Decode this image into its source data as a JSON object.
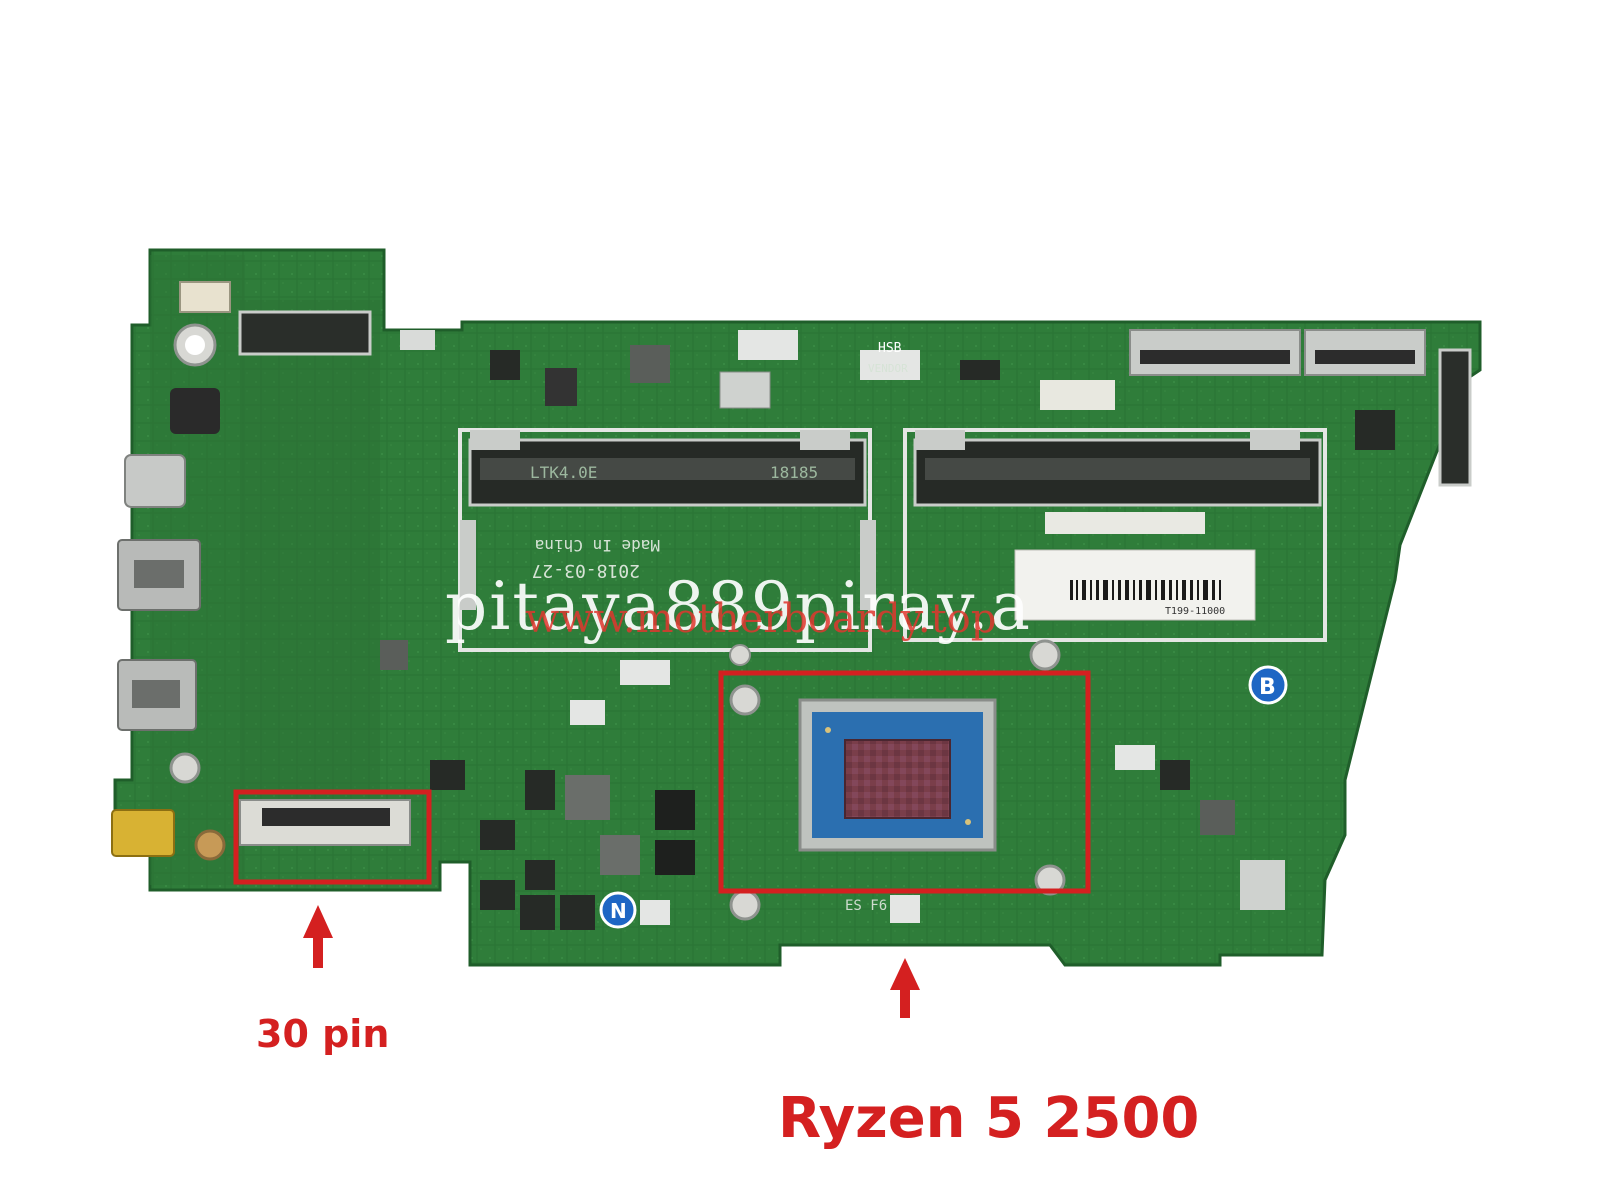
{
  "board": {
    "silkscreen": {
      "ram_slot_1_left": "LTK4.0E",
      "ram_slot_1_right": "18185",
      "made_in": "Made In China",
      "date_code": "2018-03-27",
      "bottom_marking": "ES F6",
      "vendor_tag": "VENDOR",
      "hsb_tag": "HSB",
      "sticker_code": "T199-11000"
    }
  },
  "callouts": {
    "connector_label": "30 pin",
    "cpu_label": "Ryzen 5 2500"
  },
  "watermarks": {
    "primary": "pitaya889piray.a",
    "secondary": "www.motherboardy.top"
  },
  "colors": {
    "pcb_green": "#2f7d3a",
    "pcb_dark": "#1f5e2a",
    "callout_red": "#d42020",
    "metal_silver": "#c9ccc9",
    "socket_black": "#232823",
    "watermark_white": "#ffffff",
    "watermark_red": "#e0372f"
  },
  "icons": {
    "arrow": "up-arrow-icon",
    "screw": "screw-hole-icon",
    "sticker_b": "b-sticker-icon",
    "sticker_n": "n-sticker-icon"
  }
}
